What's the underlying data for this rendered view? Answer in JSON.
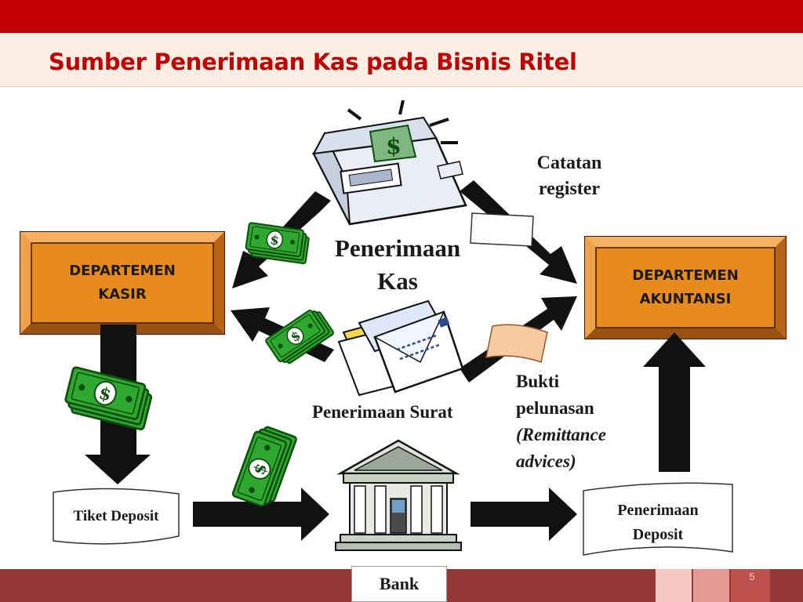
{
  "slide": {
    "title": "Sumber Penerimaan Kas pada Bisnis Ritel",
    "page_number": "5"
  },
  "departments": {
    "kasir": {
      "line1": "DEPARTEMEN",
      "line2": "KASIR"
    },
    "akuntansi": {
      "line1": "DEPARTEMEN",
      "line2": "AKUNTANSI"
    }
  },
  "labels": {
    "catatan_line1": "Catatan",
    "catatan_line2": "register",
    "penerimaan_kas_line1": "Penerimaan",
    "penerimaan_kas_line2": "Kas",
    "penerimaan_surat": "Penerimaan Surat",
    "bukti_line1": "Bukti",
    "bukti_line2": "pelunasan",
    "bukti_line3": "(Remittance",
    "bukti_line4": "advices)",
    "tiket_deposit": "Tiket Deposit",
    "penerimaan_deposit_line1": "Penerimaan",
    "penerimaan_deposit_line2": "Deposit",
    "bank": "Bank"
  },
  "icons": [
    "cash-register-icon",
    "money-bills-icon",
    "mail-envelopes-icon",
    "bank-building-icon",
    "document-icon",
    "arrow-icon"
  ],
  "colors": {
    "accent_red": "#c00000",
    "band": "#fbeee4",
    "dept_orange": "#e98a1c",
    "money_green": "#2fa82f",
    "bottom_bar": "#953735"
  }
}
